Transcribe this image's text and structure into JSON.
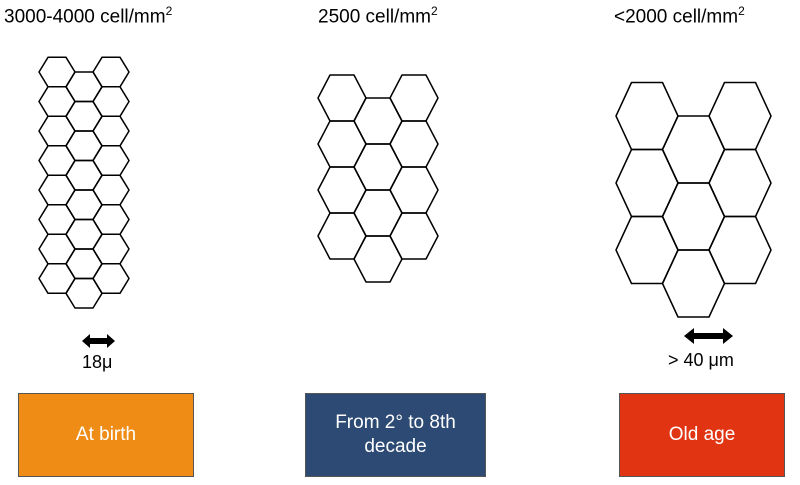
{
  "panels": [
    {
      "density_value": "3000-4000 cell/mm",
      "density_sup": "2",
      "measurement": "18μ",
      "stage": {
        "line1": "At birth",
        "line2": ""
      },
      "stage_color": "#ee8c16"
    },
    {
      "density_value": "2500 cell/mm",
      "density_sup": "2",
      "measurement": "",
      "stage": {
        "line1": "From 2° to 8th",
        "line2": "decade"
      },
      "stage_color": "#2c4a73"
    },
    {
      "density_value": "<2000 cell/mm",
      "density_sup": "2",
      "measurement": "> 40 μm",
      "stage": {
        "line1": "Old age",
        "line2": ""
      },
      "stage_color": "#e03412"
    }
  ],
  "icons": [
    "double-headed-arrow-icon"
  ]
}
